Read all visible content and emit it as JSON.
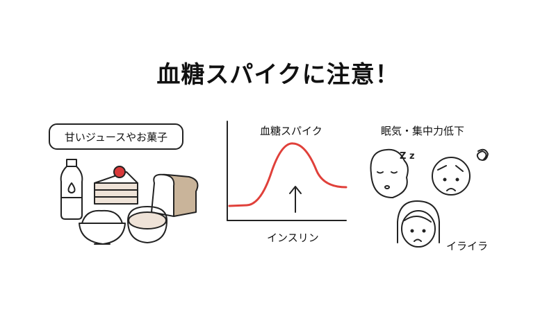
{
  "title": "血糖スパイクに注意！",
  "left": {
    "bubble_label": "甘いジュースやお菓子"
  },
  "center": {
    "graph_title": "血糖スパイク",
    "arrow_label": "インスリン"
  },
  "right": {
    "heading": "眠気・集中力低下",
    "irritation_label": "イライラ",
    "sleep_mark": "Z z"
  },
  "colors": {
    "curve": "#e0403a",
    "bread": "#c9b49a",
    "strawberry": "#d9393a",
    "cream": "#efe3d8"
  }
}
